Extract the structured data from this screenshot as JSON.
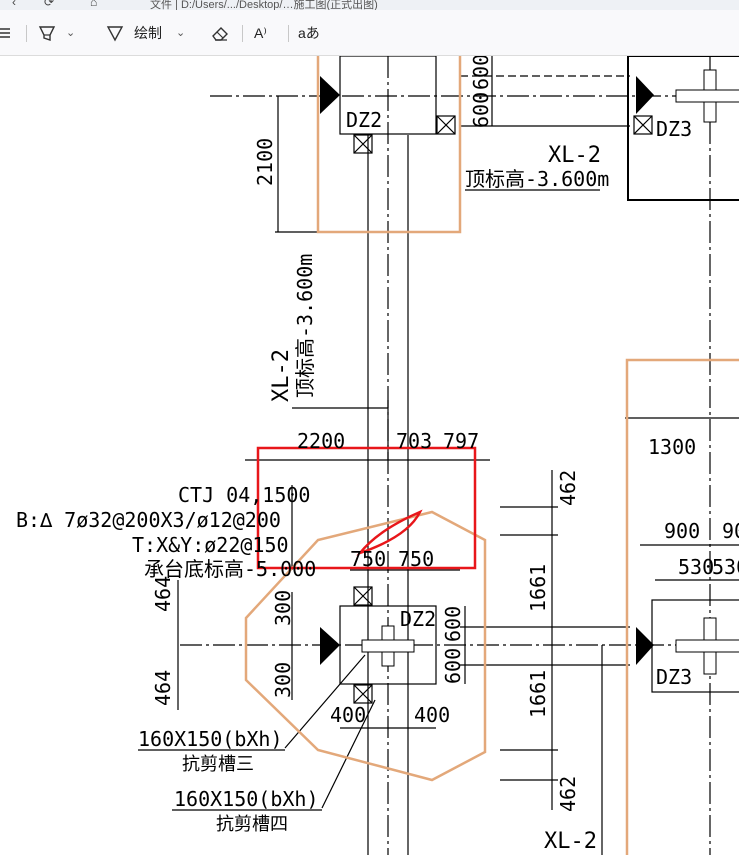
{
  "window": {
    "title_fragment": "文件 | D:/Users/.../Desktop/…施工图(正式出图)"
  },
  "toolbar": {
    "menu_icon": "list-icon",
    "highlight_icon": "highlighter-icon",
    "draw_label": "绘制",
    "draw_icon": "pen-icon",
    "eraser_icon": "eraser-icon",
    "read_aloud_label": "A⁾",
    "text_label": "aあ"
  },
  "drawing": {
    "dz2_top": "DZ2",
    "dz3_top": "DZ3",
    "dim_600_a": "600",
    "dim_600_b": "600",
    "beam_right_top": "XL-2",
    "beam_right_top_elev": "顶标高-3.600m",
    "dim_2100": "2100",
    "vert_elev": "顶标高-3.600m",
    "vert_beam": "XL-2",
    "dim_2200": "2200",
    "dim_703": "703",
    "dim_797": "797",
    "dim_1300": "1300",
    "pile_cap_id": "CTJ 04,1500",
    "bottom_rebar": "B:∆ 7ø32@200X3/ø12@200",
    "top_rebar": "T:X&Y:ø22@150",
    "cap_bottom_elev": "承台底标高-5.000",
    "dim_750_a": "750",
    "dim_750_b": "750",
    "dim_462_top": "462",
    "dim_1661_a": "1661",
    "dim_1661_b": "1661",
    "dim_462_bot": "462",
    "dim_464_a": "464",
    "dim_464_b": "464",
    "dim_300_a": "300",
    "dim_300_b": "300",
    "dz2_mid": "DZ2",
    "dim_600_c": "600",
    "dim_600_d": "600",
    "dim_400_a": "400",
    "dim_400_b": "400",
    "dim_900_a": "900",
    "dim_900_b": "90",
    "dim_530_a": "530",
    "dim_530_b": "530",
    "dz3_mid": "DZ3",
    "groove3_size": "160X150(bXh)",
    "groove3_name": "抗剪槽三",
    "groove4_size": "160X150(bXh)",
    "groove4_name": "抗剪槽四",
    "beam_bottom": "XL-2"
  },
  "colors": {
    "outline": "#e3a87a",
    "annotation": "#e8161a",
    "line": "#000000"
  }
}
